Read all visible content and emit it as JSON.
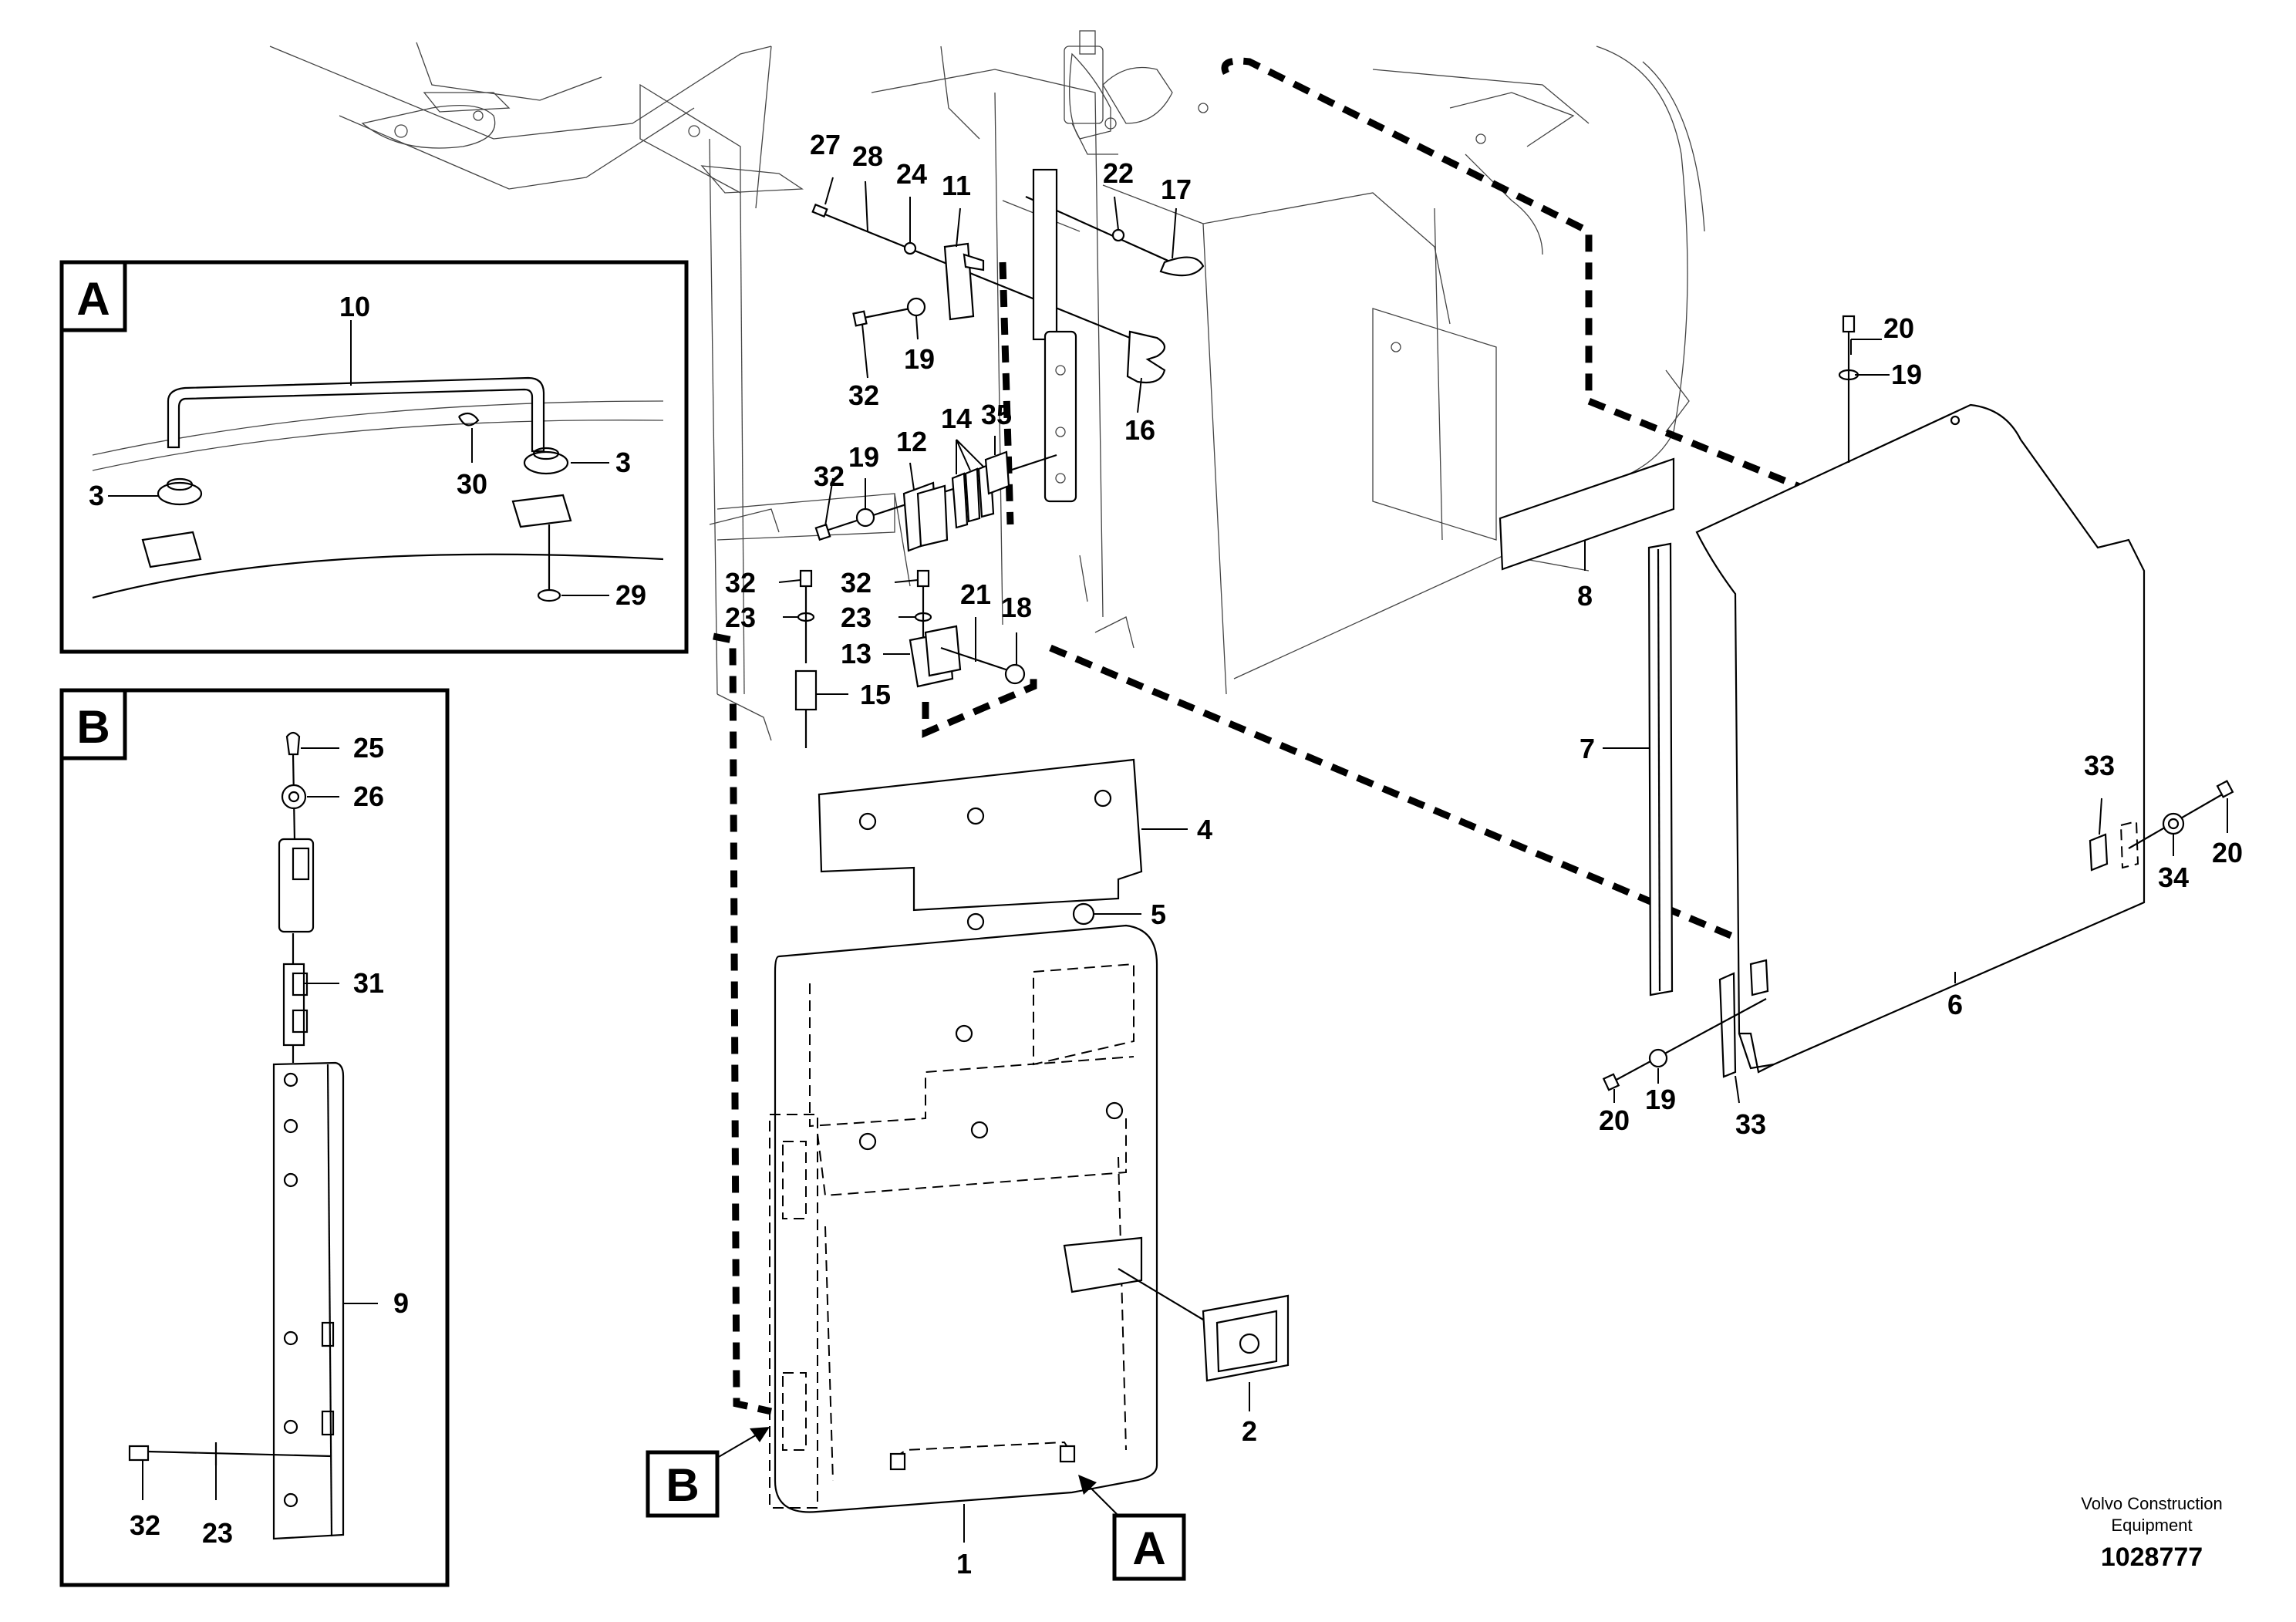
{
  "parts": [
    {
      "id": "p1",
      "label": "1"
    },
    {
      "id": "p2",
      "label": "2"
    },
    {
      "id": "p3a",
      "label": "3"
    },
    {
      "id": "p3b",
      "label": "3"
    },
    {
      "id": "p4",
      "label": "4"
    },
    {
      "id": "p5",
      "label": "5"
    },
    {
      "id": "p6",
      "label": "6"
    },
    {
      "id": "p7",
      "label": "7"
    },
    {
      "id": "p8",
      "label": "8"
    },
    {
      "id": "p9",
      "label": "9"
    },
    {
      "id": "p10",
      "label": "10"
    },
    {
      "id": "p11",
      "label": "11"
    },
    {
      "id": "p12",
      "label": "12"
    },
    {
      "id": "p13",
      "label": "13"
    },
    {
      "id": "p14",
      "label": "14"
    },
    {
      "id": "p15",
      "label": "15"
    },
    {
      "id": "p16",
      "label": "16"
    },
    {
      "id": "p17",
      "label": "17"
    },
    {
      "id": "p18",
      "label": "18"
    },
    {
      "id": "p19a",
      "label": "19"
    },
    {
      "id": "p19b",
      "label": "19"
    },
    {
      "id": "p19c",
      "label": "19"
    },
    {
      "id": "p19d",
      "label": "19"
    },
    {
      "id": "p20a",
      "label": "20"
    },
    {
      "id": "p20b",
      "label": "20"
    },
    {
      "id": "p20c",
      "label": "20"
    },
    {
      "id": "p21",
      "label": "21"
    },
    {
      "id": "p22",
      "label": "22"
    },
    {
      "id": "p23a",
      "label": "23"
    },
    {
      "id": "p23b",
      "label": "23"
    },
    {
      "id": "p23c",
      "label": "23"
    },
    {
      "id": "p24",
      "label": "24"
    },
    {
      "id": "p25",
      "label": "25"
    },
    {
      "id": "p26",
      "label": "26"
    },
    {
      "id": "p27",
      "label": "27"
    },
    {
      "id": "p28",
      "label": "28"
    },
    {
      "id": "p29",
      "label": "29"
    },
    {
      "id": "p30",
      "label": "30"
    },
    {
      "id": "p31",
      "label": "31"
    },
    {
      "id": "p32a",
      "label": "32"
    },
    {
      "id": "p32b",
      "label": "32"
    },
    {
      "id": "p32c",
      "label": "32"
    },
    {
      "id": "p32d",
      "label": "32"
    },
    {
      "id": "p32e",
      "label": "32"
    },
    {
      "id": "p33a",
      "label": "33"
    },
    {
      "id": "p33b",
      "label": "33"
    },
    {
      "id": "p34",
      "label": "34"
    },
    {
      "id": "p35",
      "label": "35"
    }
  ],
  "insets": {
    "a": "A",
    "b": "B"
  },
  "callouts": {
    "a": "A",
    "b": "B"
  },
  "footer": {
    "company_line1": "Volvo Construction",
    "company_line2": "Equipment",
    "drawing_number": "1028777"
  }
}
